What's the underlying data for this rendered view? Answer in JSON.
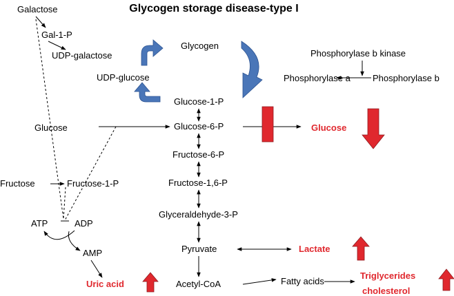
{
  "title": "Glycogen storage disease-type I",
  "colors": {
    "accent_red": "#e0282e",
    "arrow_blue": "#4a76b8",
    "blue_edge": "#2c5391",
    "line": "#000000"
  },
  "nodes": {
    "galactose": "Galactose",
    "gal1p": "Gal-1-P",
    "udp_galactose": "UDP-galactose",
    "udp_glucose": "UDP-glucose",
    "glycogen": "Glycogen",
    "glucose1p": "Glucose-1-P",
    "glucose6p": "Glucose-6-P",
    "glucose_left": "Glucose",
    "glucose_out": "Glucose",
    "fructose6p": "Fructose-6-P",
    "fructose16p": "Fructose-1,6-P",
    "fructose": "Fructose",
    "fructose1p": "Fructose-1-P",
    "glyceraldehyde3p": "Glyceraldehyde-3-P",
    "atp": "ATP",
    "adp": "ADP",
    "amp": "AMP",
    "pyruvate": "Pyruvate",
    "lactate": "Lactate",
    "acetyl_coa": "Acetyl-CoA",
    "fatty_acids": "Fatty acids",
    "uric_acid": "Uric acid",
    "triglycerides": "Triglycerides",
    "cholesterol": "cholesterol",
    "phosphorylase_b_kinase": "Phosphorylase b kinase",
    "phosphorylase_a": "Phosphorylase a",
    "phosphorylase_b": "Phosphorylase b"
  },
  "indicators": {
    "blocked_step": "glucose-6-phosphatase block",
    "glucose": "down",
    "lactate": "up",
    "uric_acid": "up",
    "triglycerides_cholesterol": "up"
  }
}
